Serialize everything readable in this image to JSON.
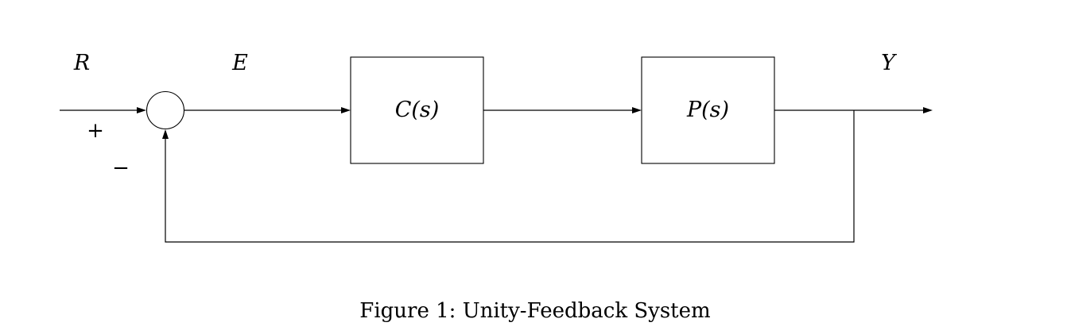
{
  "signals": {
    "reference": "R",
    "error": "E",
    "output": "Y"
  },
  "summing_junction": {
    "plus_sign": "+",
    "minus_sign": "−"
  },
  "blocks": {
    "controller": "C(s)",
    "plant": "P(s)"
  },
  "caption": "Figure 1: Unity-Feedback System"
}
